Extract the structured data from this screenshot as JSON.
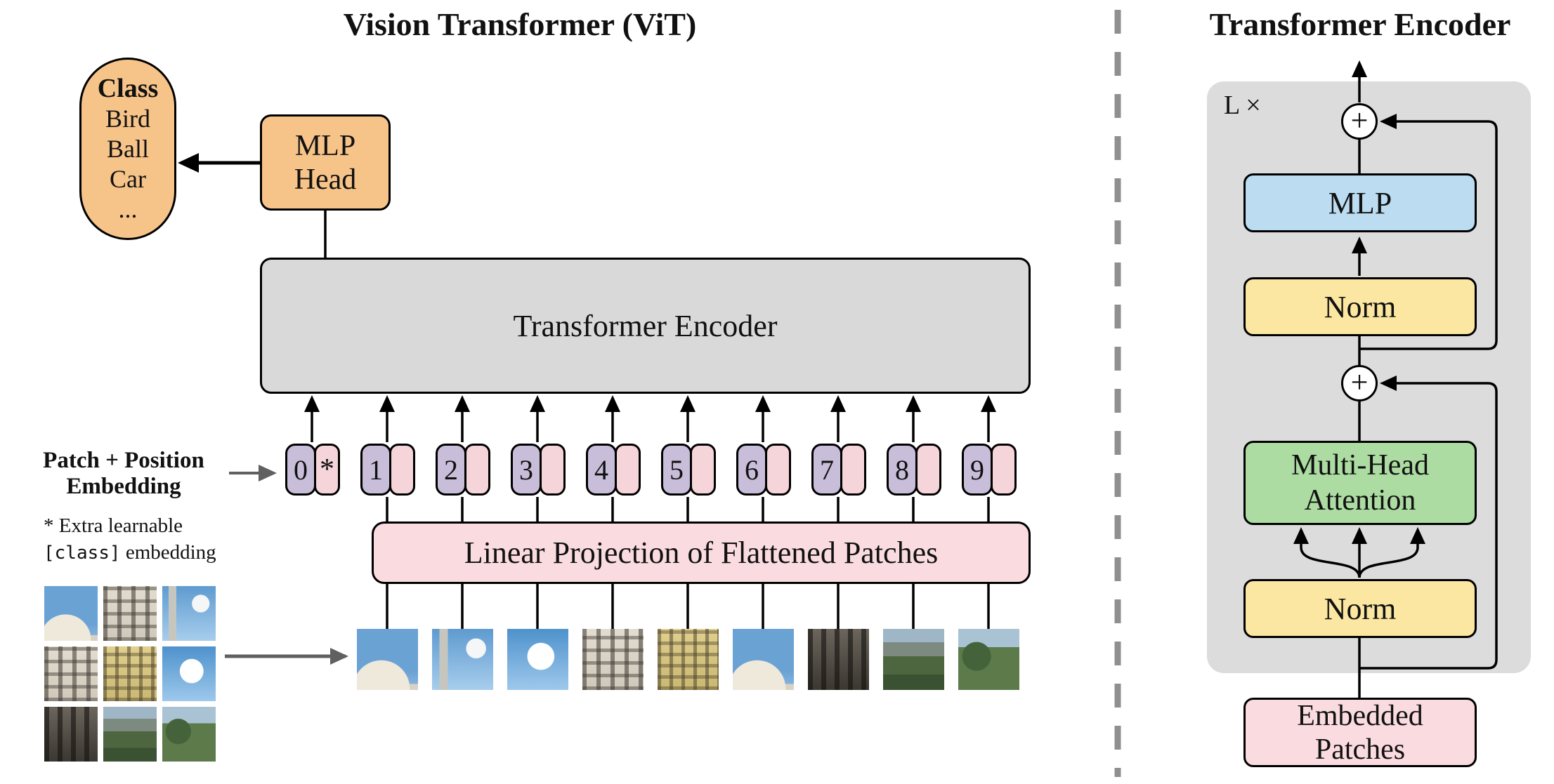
{
  "left": {
    "title": "Vision Transformer (ViT)",
    "class_box": {
      "title": "Class",
      "items": [
        "Bird",
        "Ball",
        "Car",
        "..."
      ]
    },
    "mlp_head": {
      "line1": "MLP",
      "line2": "Head"
    },
    "encoder_label": "Transformer Encoder",
    "patch_position_label": {
      "line1": "Patch + Position",
      "line2": "Embedding"
    },
    "note": {
      "star_line": "* Extra learnable",
      "class_token": "[class]",
      "embedding_word": " embedding"
    },
    "linear_projection_label": "Linear Projection of Flattened Patches",
    "token_numbers": [
      "0",
      "1",
      "2",
      "3",
      "4",
      "5",
      "6",
      "7",
      "8",
      "9"
    ],
    "class_token_star": "*",
    "patches_row": [
      "dome",
      "spire",
      "sky",
      "facade",
      "facade-yellow",
      "dome",
      "dark",
      "street",
      "green"
    ],
    "patch_grid": [
      "dome",
      "facade",
      "spire",
      "facade",
      "facade-yellow",
      "sky",
      "dark",
      "street",
      "green"
    ]
  },
  "right": {
    "title": "Transformer Encoder",
    "loop_label": "L ×",
    "plus": "+",
    "mlp_label": "MLP",
    "norm_top_label": "Norm",
    "mha_label": {
      "line1": "Multi-Head",
      "line2": "Attention"
    },
    "norm_bottom_label": "Norm",
    "embedded_patches": {
      "line1": "Embedded",
      "line2": "Patches"
    }
  },
  "colors": {
    "orange": "#F6C489",
    "graybox": "#D9D9D9",
    "panel": "#DCDCDC",
    "purple": "#C9BEDA",
    "pinktoken": "#F5D5DA",
    "pinkbox": "#FADCE0",
    "blue": "#BBDCF1",
    "yellow": "#FBE7A1",
    "green": "#ACDCA2",
    "arrow_gray": "#606060",
    "dash_gray": "#8F8F8F"
  }
}
